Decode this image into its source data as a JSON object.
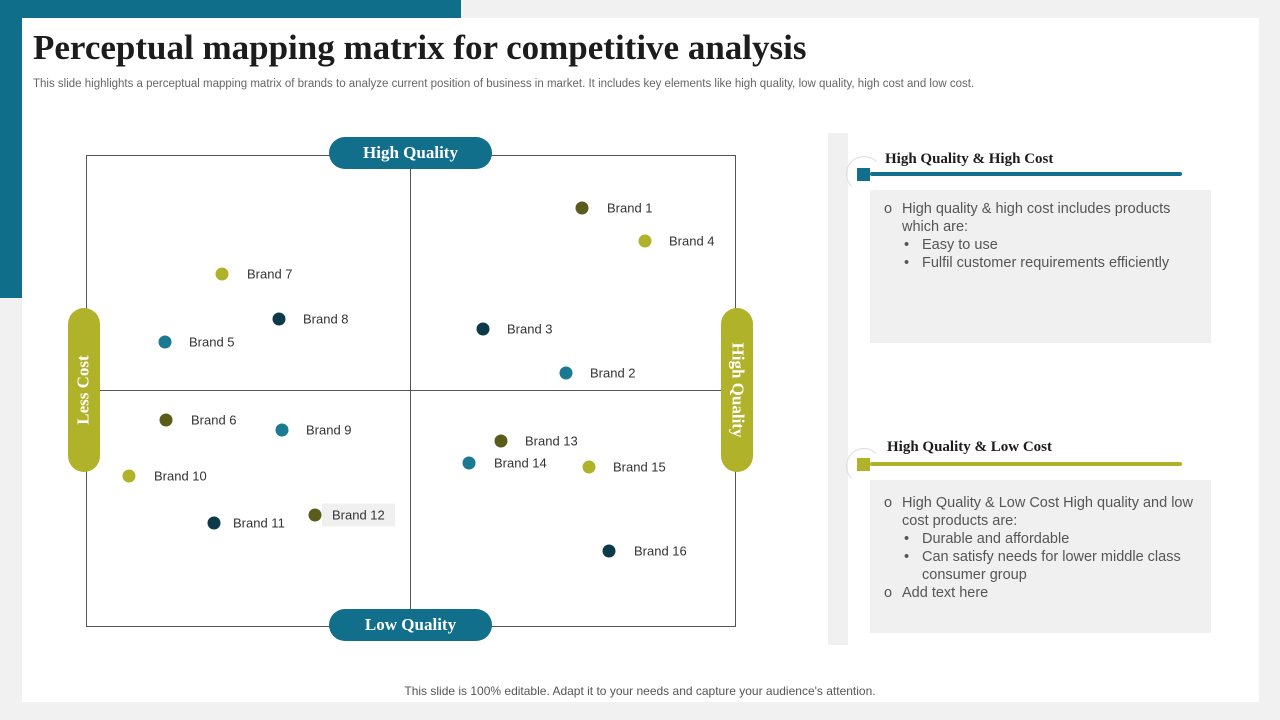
{
  "slide": {
    "title": "Perceptual mapping matrix for competitive analysis",
    "subtitle": "This slide highlights a perceptual mapping matrix of brands to analyze  current position of business in market. It includes key elements like high quality, low quality, high cost and low cost.",
    "footer": "This slide is 100% editable. Adapt it to your needs and capture your audience's attention."
  },
  "axes": {
    "top": "High Quality",
    "bottom": "Low Quality",
    "left": "Less Cost",
    "right": "High Quality"
  },
  "colors": {
    "teal": "#126f8b",
    "olive": "#b0b22a",
    "dark_olive": "#5a5c1c",
    "navy": "#0c3a4a"
  },
  "brands": [
    {
      "label": "Brand 1",
      "color": "#5a5c1c"
    },
    {
      "label": "Brand 4",
      "color": "#b0b22a"
    },
    {
      "label": "Brand 7",
      "color": "#b0b22a"
    },
    {
      "label": "Brand 8",
      "color": "#0c3a4a"
    },
    {
      "label": "Brand 5",
      "color": "#1a7a92"
    },
    {
      "label": "Brand 3",
      "color": "#0c3a4a"
    },
    {
      "label": "Brand 2",
      "color": "#1a7a92"
    },
    {
      "label": "Brand 6",
      "color": "#5a5c1c"
    },
    {
      "label": "Brand 9",
      "color": "#1a7a92"
    },
    {
      "label": "Brand 10",
      "color": "#b0b22a"
    },
    {
      "label": "Brand 11",
      "color": "#0c3a4a"
    },
    {
      "label": "Brand 12",
      "color": "#5a5c1c"
    },
    {
      "label": "Brand 13",
      "color": "#5a5c1c"
    },
    {
      "label": "Brand 14",
      "color": "#1a7a92"
    },
    {
      "label": "Brand 15",
      "color": "#b0b22a"
    },
    {
      "label": "Brand 16",
      "color": "#0c3a4a"
    }
  ],
  "panels": {
    "high_cost": {
      "title": "High Quality & High Cost",
      "point": "High quality & high cost includes products which are:",
      "bullets": [
        "Easy to use",
        "Fulfil customer requirements efficiently"
      ]
    },
    "low_cost": {
      "title": "High Quality & Low Cost",
      "point": "High Quality & Low Cost High quality and low cost products are:",
      "bullets": [
        "Durable and affordable",
        "Can satisfy needs for lower middle class consumer group"
      ],
      "extra": "Add text here"
    }
  },
  "markers": {
    "circle": "o",
    "bullet": "•"
  }
}
